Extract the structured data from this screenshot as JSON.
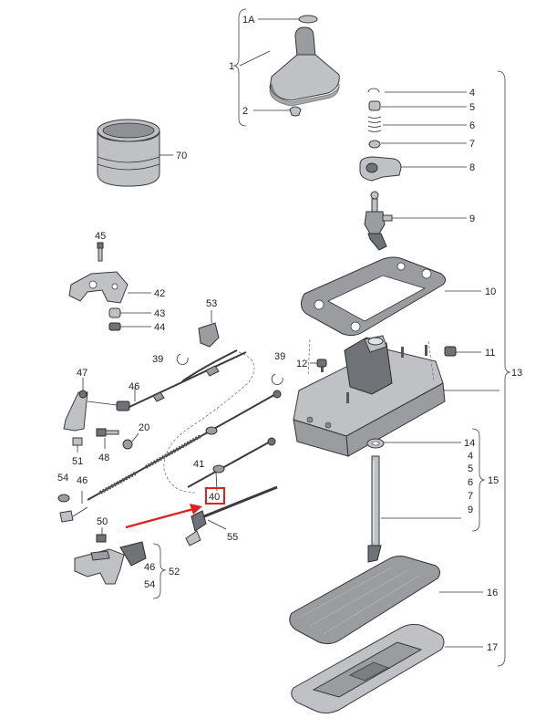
{
  "labels": {
    "1A": "1A",
    "1": "1",
    "2": "2",
    "4a": "4",
    "5a": "5",
    "6a": "6",
    "7a": "7",
    "8": "8",
    "9": "9",
    "10": "10",
    "11": "11",
    "12": "12",
    "13": "13",
    "14": "14",
    "4b": "4",
    "5b": "5",
    "6b": "6",
    "7b": "7",
    "9b": "9",
    "15": "15",
    "16": "16",
    "17": "17",
    "70": "70",
    "45": "45",
    "42": "42",
    "43": "43",
    "44": "44",
    "53": "53",
    "39a": "39",
    "39b": "39",
    "47": "47",
    "46a": "46",
    "20": "20",
    "51": "51",
    "48": "48",
    "41": "41",
    "54a": "54",
    "46b": "46",
    "40": "40",
    "55": "55",
    "50": "50",
    "46c": "46",
    "54b": "54",
    "52": "52"
  },
  "highlight": {
    "part": "40",
    "color": "#e02020"
  }
}
